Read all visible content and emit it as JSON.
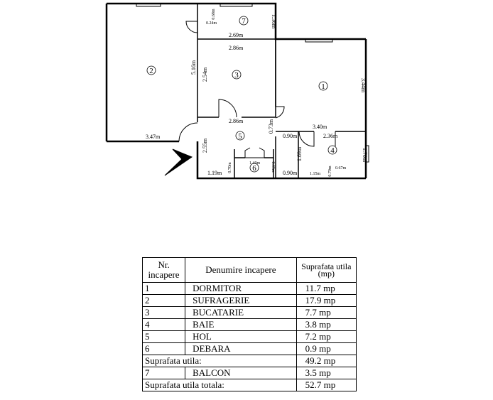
{
  "floor_plan": {
    "rooms": [
      {
        "number": "1",
        "name": "DORMITOR"
      },
      {
        "number": "2",
        "name": "SUFRAGERIE"
      },
      {
        "number": "3",
        "name": "BUCATARIE"
      },
      {
        "number": "4",
        "name": "BAIE"
      },
      {
        "number": "5",
        "name": "HOL"
      },
      {
        "number": "6",
        "name": "DEBARA"
      },
      {
        "number": "7",
        "name": "BALCON"
      }
    ],
    "dimensions": {
      "balcony_width": "2.69m",
      "balcony_depth": "1.36m",
      "balcony_step": "0.24m",
      "balcony_small": "0.68m",
      "kitchen_width": "2.86m",
      "kitchen_depth": "2.54m",
      "kitchen_bottom": "2.86m",
      "living_depth": "5.16m",
      "living_width": "3.47m",
      "bedroom_depth": "3.44m",
      "bedroom_width": "3.40m",
      "hall_door": "0.73m",
      "hall_passage": "0.90m",
      "bath_width": "2.36m",
      "bath_depth": "1.70m",
      "bath_wall": "1.69m",
      "bath_low": "1.15m",
      "bath_sub1": "0.67m",
      "bath_sub2": "0.70m",
      "bath_door": "0.90m",
      "hall_left": "2.55m",
      "hall_bottom": "1.19m",
      "hall_wing": "0.70m",
      "storage_width": "1.40m",
      "storage_depth": "0.65m"
    }
  },
  "table": {
    "header": {
      "nr": "Nr. incapere",
      "name": "Denumire incapere",
      "area": "Suprafata utila (mp)"
    },
    "rows": [
      {
        "nr": "1",
        "name": "DORMITOR",
        "area": "11.7 mp"
      },
      {
        "nr": "2",
        "name": "SUFRAGERIE",
        "area": "17.9 mp"
      },
      {
        "nr": "3",
        "name": "BUCATARIE",
        "area": "7.7 mp"
      },
      {
        "nr": "4",
        "name": "BAIE",
        "area": "3.8 mp"
      },
      {
        "nr": "5",
        "name": "HOL",
        "area": "7.2 mp"
      },
      {
        "nr": "6",
        "name": "DEBARA",
        "area": "0.9 mp"
      }
    ],
    "subtotal": {
      "label": "Suprafata utila:",
      "area": "49.2 mp"
    },
    "balcony": {
      "nr": "7",
      "name": "BALCON",
      "area": "3.5 mp"
    },
    "total": {
      "label": "Suprafata utila totala:",
      "area": "52.7 mp"
    }
  }
}
